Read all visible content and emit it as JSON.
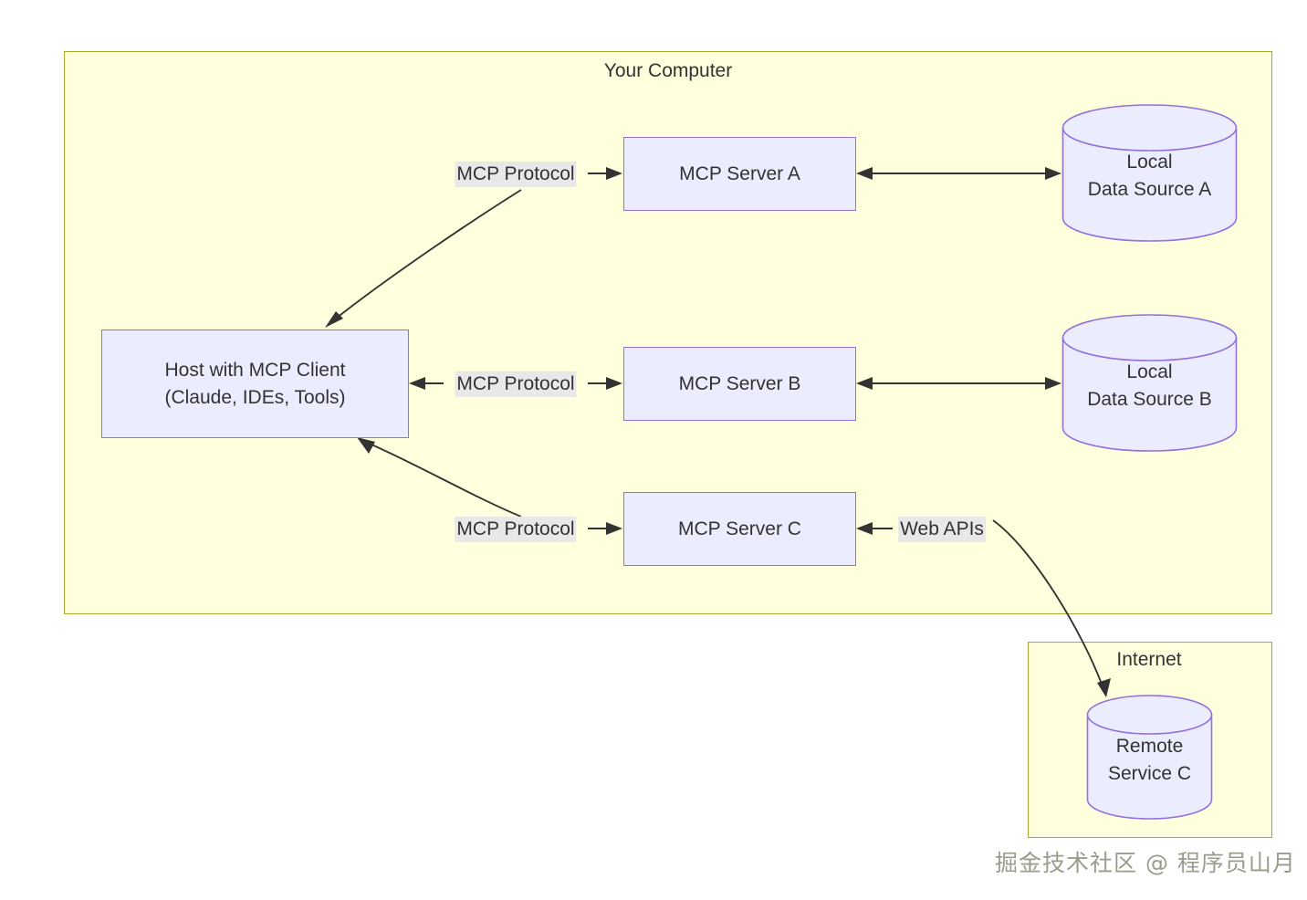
{
  "diagram": {
    "title_hidden": "MCP architecture overview",
    "colors": {
      "cluster_fill": "#ffffde",
      "cluster_border": "#aaaa33",
      "node_fill": "#ececff",
      "node_border": "#9370db",
      "edge_label_bg": "#e8e8e8",
      "text": "#333333",
      "edge_stroke": "#333333"
    },
    "clusters": [
      {
        "id": "your-computer",
        "label": "Your Computer"
      },
      {
        "id": "internet",
        "label": "Internet"
      }
    ],
    "nodes": {
      "host": {
        "line1": "Host with MCP Client",
        "line2": "(Claude, IDEs, Tools)"
      },
      "server_a": {
        "label": "MCP Server A"
      },
      "server_b": {
        "label": "MCP Server B"
      },
      "server_c": {
        "label": "MCP Server C"
      },
      "datasource_a": {
        "line1": "Local",
        "line2": "Data Source A"
      },
      "datasource_b": {
        "line1": "Local",
        "line2": "Data Source B"
      },
      "remote_c": {
        "line1": "Remote",
        "line2": "Service C"
      }
    },
    "edge_labels": {
      "a": "MCP Protocol",
      "b": "MCP Protocol",
      "c": "MCP Protocol",
      "web_apis": "Web APIs"
    },
    "watermark": "掘金技术社区 @ 程序员山月"
  }
}
